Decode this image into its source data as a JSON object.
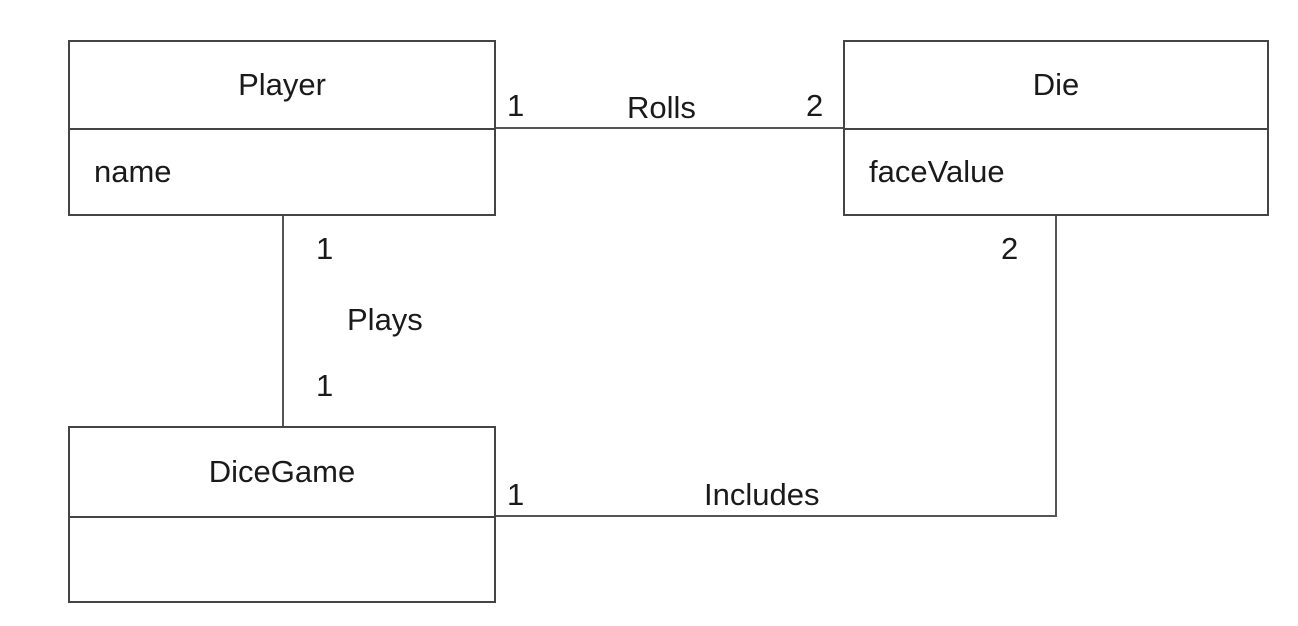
{
  "classes": {
    "player": {
      "name": "Player",
      "attributes": "name"
    },
    "die": {
      "name": "Die",
      "attributes": "faceValue"
    },
    "dicegame": {
      "name": "DiceGame",
      "attributes": ""
    }
  },
  "associations": {
    "rolls": {
      "label": "Rolls",
      "source_multiplicity": "1",
      "target_multiplicity": "2"
    },
    "plays": {
      "label": "Plays",
      "source_multiplicity": "1",
      "target_multiplicity": "1"
    },
    "includes": {
      "label": "Includes",
      "source_multiplicity": "1",
      "target_multiplicity": "2"
    }
  },
  "colors": {
    "line": "#555555",
    "border": "#444444",
    "text": "#1a1a1a",
    "background": "#ffffff"
  }
}
